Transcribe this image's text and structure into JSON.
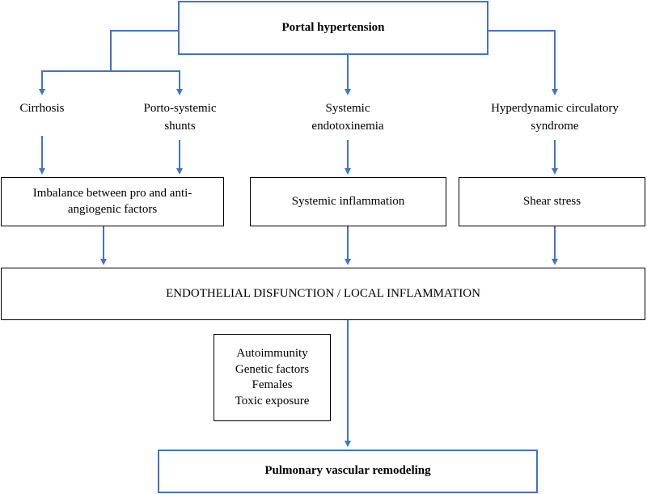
{
  "diagram": {
    "top": {
      "label": "Portal hypertension"
    },
    "causes": {
      "cirrhosis": "Cirrhosis",
      "shunts": [
        "Porto-systemic",
        "shunts"
      ],
      "endotoxinemia": [
        "Systemic",
        "endotoxinemia"
      ],
      "hyperdynamic": [
        "Hyperdynamic circulatory",
        "syndrome"
      ]
    },
    "mechanisms": {
      "imbalance": [
        "Imbalance between pro and anti-",
        "angiogenic factors"
      ],
      "inflammation": "Systemic inflammation",
      "shear": "Shear stress"
    },
    "central": {
      "label": "ENDOTHELIAL DISFUNCTION / LOCAL INFLAMMATION"
    },
    "modifiers": [
      "Autoimmunity",
      "Genetic factors",
      "Females",
      "Toxic exposure"
    ],
    "outcome": {
      "label": "Pulmonary vascular remodeling"
    },
    "colors": {
      "arrow": "#4472C4",
      "box_border_blue": "#4472C4",
      "box_border_black": "#000000"
    }
  }
}
